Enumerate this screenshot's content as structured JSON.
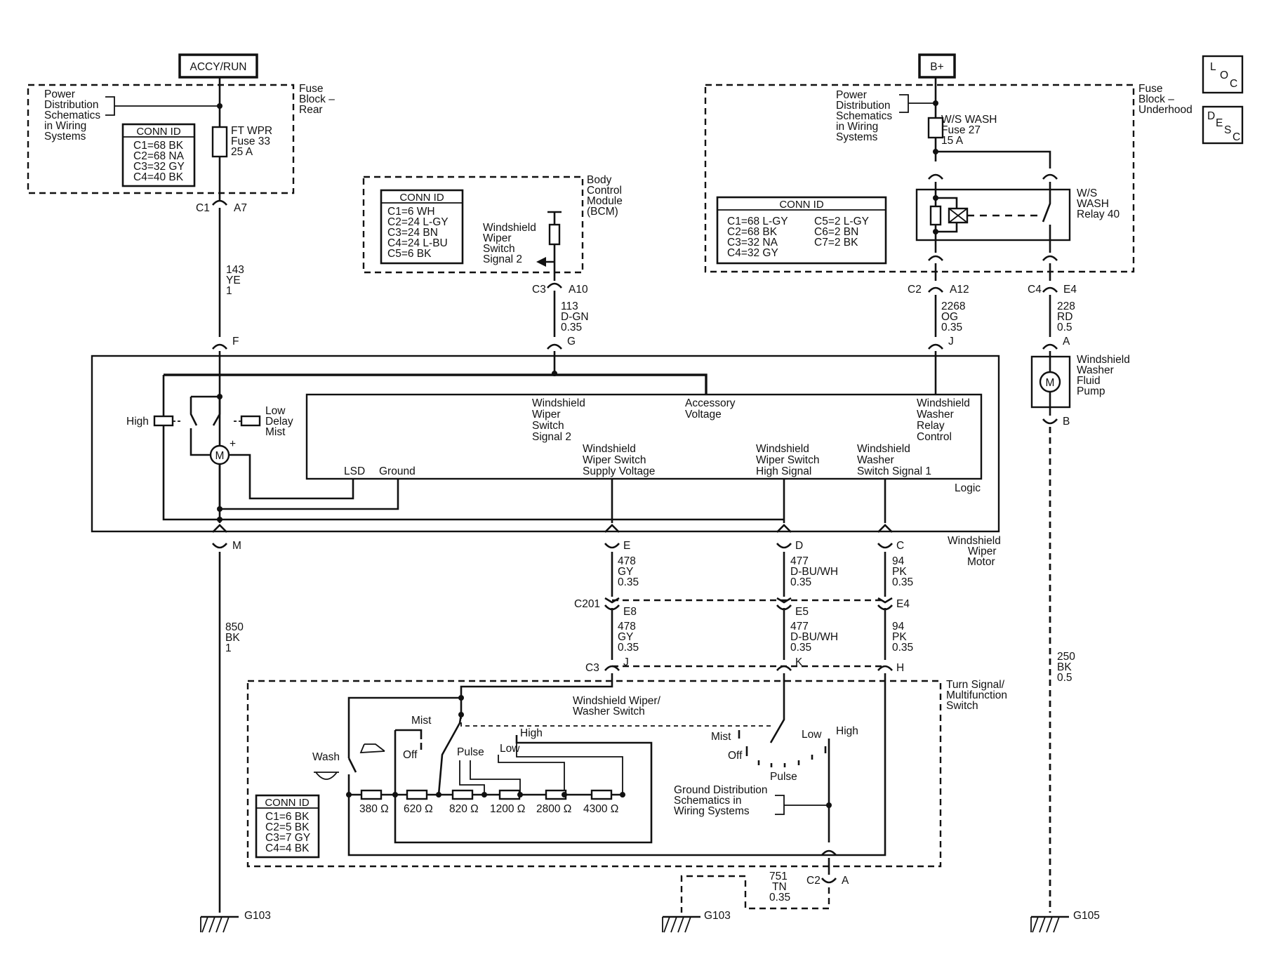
{
  "supplies": {
    "left": "ACCY/RUN",
    "right": "B+"
  },
  "side_icons": {
    "loc": [
      "L",
      "O",
      "C"
    ],
    "desc": [
      "D",
      "E",
      "S",
      "C"
    ]
  },
  "fuse_block_rear": {
    "title": [
      "Fuse",
      "Block –",
      "Rear"
    ],
    "ref": [
      "Power",
      "Distribution",
      "Schematics",
      "in Wiring",
      "Systems"
    ],
    "conn_id": {
      "header": "CONN ID",
      "rows": [
        "C1=68 BK",
        "C2=68 NA",
        "C3=32 GY",
        "C4=40 BK"
      ]
    },
    "fuse": [
      "FT WPR",
      "Fuse 33",
      "25 A"
    ],
    "conn_c1": "C1",
    "pin_a7": "A7"
  },
  "bcm": {
    "title": [
      "Body",
      "Control",
      "Module",
      "(BCM)"
    ],
    "conn_id": {
      "header": "CONN ID",
      "rows": [
        "C1=6 WH",
        "C2=24 L-GY",
        "C3=24 BN",
        "C4=24 L-BU",
        "C5=6 BK"
      ]
    },
    "signal": [
      "Windshield",
      "Wiper",
      "Switch",
      "Signal 2"
    ],
    "conn_c3": "C3",
    "pin_a10": "A10"
  },
  "fuse_block_underhood": {
    "title": [
      "Fuse",
      "Block –",
      "Underhood"
    ],
    "ref": [
      "Power",
      "Distribution",
      "Schematics",
      "in Wiring",
      "Systems"
    ],
    "fuse": [
      "W/S WASH",
      "Fuse 27",
      "15 A"
    ],
    "relay": [
      "W/S",
      "WASH",
      "Relay 40"
    ],
    "conn_id": {
      "header": "CONN ID",
      "rows_left": [
        "C1=68 L-GY",
        "C2=68 BK",
        "C3=32 NA",
        "C4=32 GY"
      ],
      "rows_right": [
        "C5=2 L-GY",
        "C6=2 BN",
        "C7=2 BK"
      ]
    },
    "conn_c2": "C2",
    "pin_a12": "A12",
    "conn_c4": "C4",
    "pin_e4": "E4"
  },
  "wires": {
    "w143": [
      "143",
      "YE",
      "1"
    ],
    "w113": [
      "113",
      "D-GN",
      "0.35"
    ],
    "w2268": [
      "2268",
      "OG",
      "0.35"
    ],
    "w228": [
      "228",
      "RD",
      "0.5"
    ],
    "w850": [
      "850",
      "BK",
      "1"
    ],
    "w478a": [
      "478",
      "GY",
      "0.35"
    ],
    "w477a": [
      "477",
      "D-BU/WH",
      "0.35"
    ],
    "w94a": [
      "94",
      "PK",
      "0.35"
    ],
    "w478b": [
      "478",
      "GY",
      "0.35"
    ],
    "w477b": [
      "477",
      "D-BU/WH",
      "0.35"
    ],
    "w94b": [
      "94",
      "PK",
      "0.35"
    ],
    "w250": [
      "250",
      "BK",
      "0.5"
    ],
    "w751": [
      "751",
      "TN",
      "0.35"
    ]
  },
  "motor": {
    "title": [
      "Windshield",
      "Wiper",
      "Motor"
    ],
    "pins": {
      "f": "F",
      "g": "G",
      "j": "J",
      "m": "M",
      "e": "E",
      "d": "D",
      "c": "C"
    },
    "high": "High",
    "low": [
      "Low",
      "Delay",
      "Mist"
    ],
    "motor_symbol": "M",
    "plus": "+",
    "logic": "Logic",
    "lsd": "LSD",
    "ground": "Ground",
    "sig2": [
      "Windshield",
      "Wiper",
      "Switch",
      "Signal 2"
    ],
    "acc": [
      "Accessory",
      "Voltage"
    ],
    "relay_ctrl": [
      "Windshield",
      "Washer",
      "Relay",
      "Control"
    ],
    "supply": [
      "Windshield",
      "Wiper Switch",
      "Supply Voltage"
    ],
    "high_sig": [
      "Windshield",
      "Wiper Switch",
      "High Signal"
    ],
    "washer_sig": [
      "Windshield",
      "Washer",
      "Switch Signal 1"
    ]
  },
  "pump": {
    "title": [
      "Windshield",
      "Washer",
      "Fluid",
      "Pump"
    ],
    "pin_a": "A",
    "pin_b": "B",
    "motor_symbol": "M"
  },
  "c201": {
    "label": "C201",
    "e8": "E8",
    "e5": "E5",
    "e4": "E4"
  },
  "mf_switch": {
    "title": [
      "Turn Signal/",
      "Multifunction",
      "Switch"
    ],
    "conn_c3": "C3",
    "pin_j": "J",
    "pin_k": "K",
    "pin_h": "H",
    "sub_title": [
      "Windshield Wiper/",
      "Washer Switch"
    ],
    "mist": "Mist",
    "off": "Off",
    "wash": "Wash",
    "pulse": "Pulse",
    "low": "Low",
    "high": "High",
    "resistors": [
      "380 Ω",
      "620 Ω",
      "820 Ω",
      "1200 Ω",
      "2800 Ω",
      "4300 Ω"
    ],
    "sel_mist": "Mist",
    "sel_off": "Off",
    "sel_pulse": "Pulse",
    "sel_low": "Low",
    "sel_high": "High",
    "ground_ref": [
      "Ground Distribution",
      "Schematics in",
      "Wiring Systems"
    ],
    "conn_id": {
      "header": "CONN ID",
      "rows": [
        "C1=6 BK",
        "C2=5 BK",
        "C3=7 GY",
        "C4=4 BK"
      ]
    },
    "conn_c2": "C2",
    "pin_a": "A"
  },
  "grounds": {
    "g103_left": "G103",
    "g103_mid": "G103",
    "g105": "G105"
  }
}
